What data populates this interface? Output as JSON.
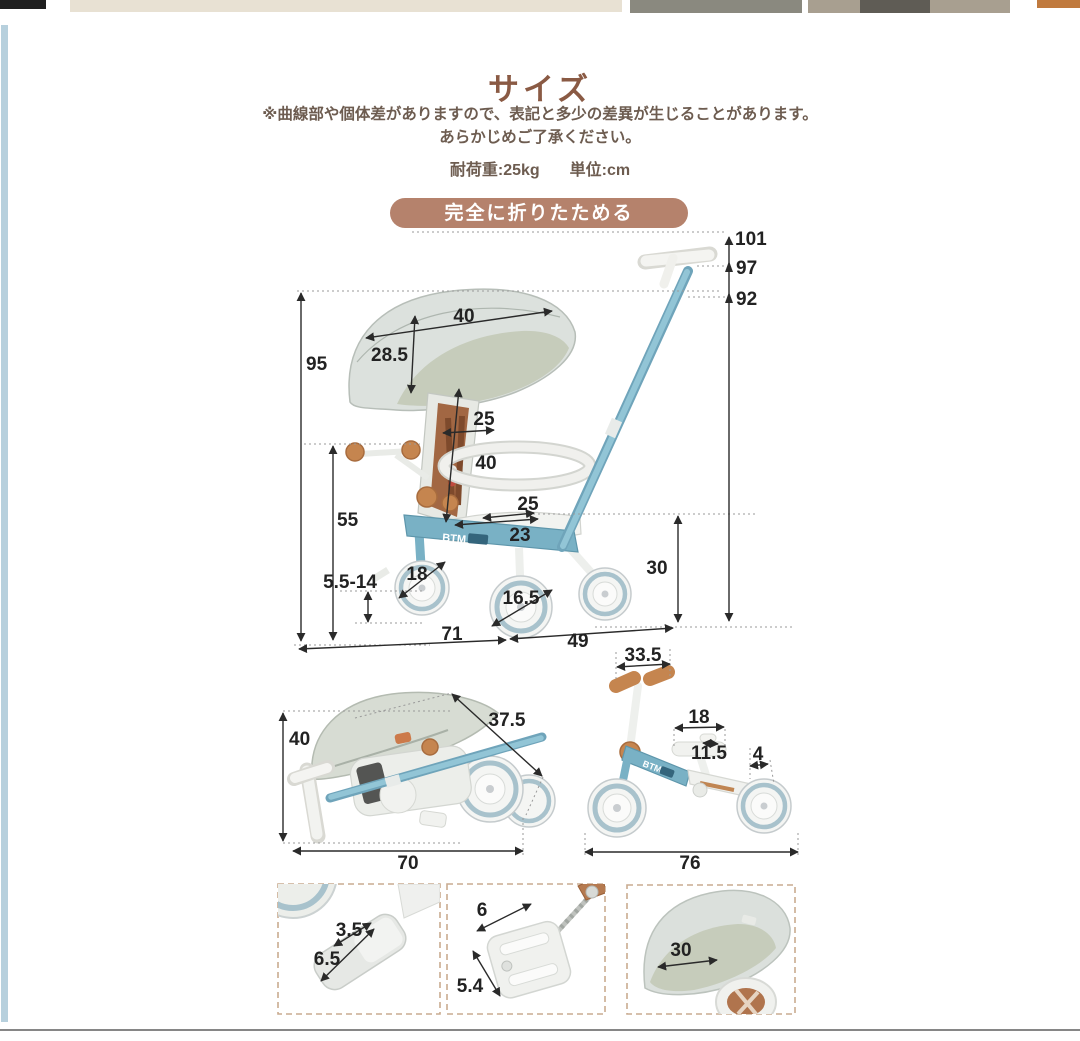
{
  "header": {
    "title": "サイズ",
    "note_line1": "※曲線部や個体差がありますので、表記と多少の差異が生じることがあります。",
    "note_line2": "あらかじめご了承ください。",
    "load_label": "耐荷重:25kg",
    "unit_label": "単位:cm",
    "badge_label": "完全に折りたためる"
  },
  "brand": {
    "logo": "BTM"
  },
  "colors": {
    "title_brown": "#8a5a44",
    "badge_bg": "#b5826c",
    "frame_blue": "#79b1c5",
    "wood_brown": "#c5854f",
    "canopy_gray": "#dce1dd",
    "left_strip_blue": "#b7d0dd"
  },
  "main_dims": {
    "handle_h1": "101",
    "handle_h2": "97",
    "handle_h3": "92",
    "total_height": "95",
    "canopy_width": "40",
    "canopy_depth": "28.5",
    "backrest_width": "25",
    "backrest_height": "40",
    "seat_depth": "25",
    "seat_width": "23",
    "grip_height": "55",
    "rear_height": "30",
    "footrest_range": "5.5-14",
    "front_wheel": "18",
    "mid_wheel": "16.5",
    "base_front": "71",
    "base_rear": "49"
  },
  "folded_dims": {
    "height": "40",
    "depth": "37.5",
    "width": "70"
  },
  "bike_dims": {
    "handlebar_width": "33.5",
    "seat_length": "18",
    "seat_pad": "11.5",
    "rear_wheel_width": "4",
    "length": "76"
  },
  "detail_dims": {
    "footrest_width": "3.5",
    "footrest_length": "6.5",
    "pedal_width": "6",
    "pedal_length": "5.4",
    "canopy_opening": "30"
  }
}
